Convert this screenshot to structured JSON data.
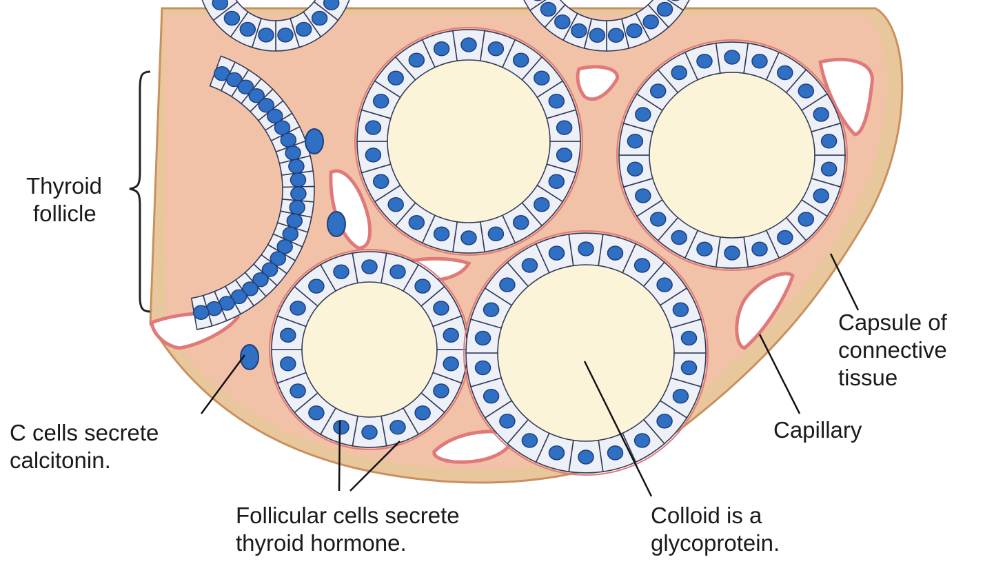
{
  "labels": {
    "thyroid_follicle": [
      "Thyroid",
      "follicle"
    ],
    "capsule": [
      "Capsule of",
      "connective",
      "tissue"
    ],
    "capillary": [
      "Capillary"
    ],
    "c_cells": [
      "C cells secrete",
      "calcitonin."
    ],
    "follicular_cells": [
      "Follicular cells secrete",
      "thyroid hormone."
    ],
    "colloid": [
      "Colloid is a",
      "glycoprotein."
    ]
  },
  "colors": {
    "colloid": "#fbf4d8",
    "capsule": "#e9c79c",
    "connective": "#f2c2a8",
    "vessel": "#e07a7a",
    "cell": "#eef0f8",
    "cell_edge": "#333a55",
    "nucleus": "#2f6fc4",
    "nucleus_dark": "#1e3f7a"
  }
}
